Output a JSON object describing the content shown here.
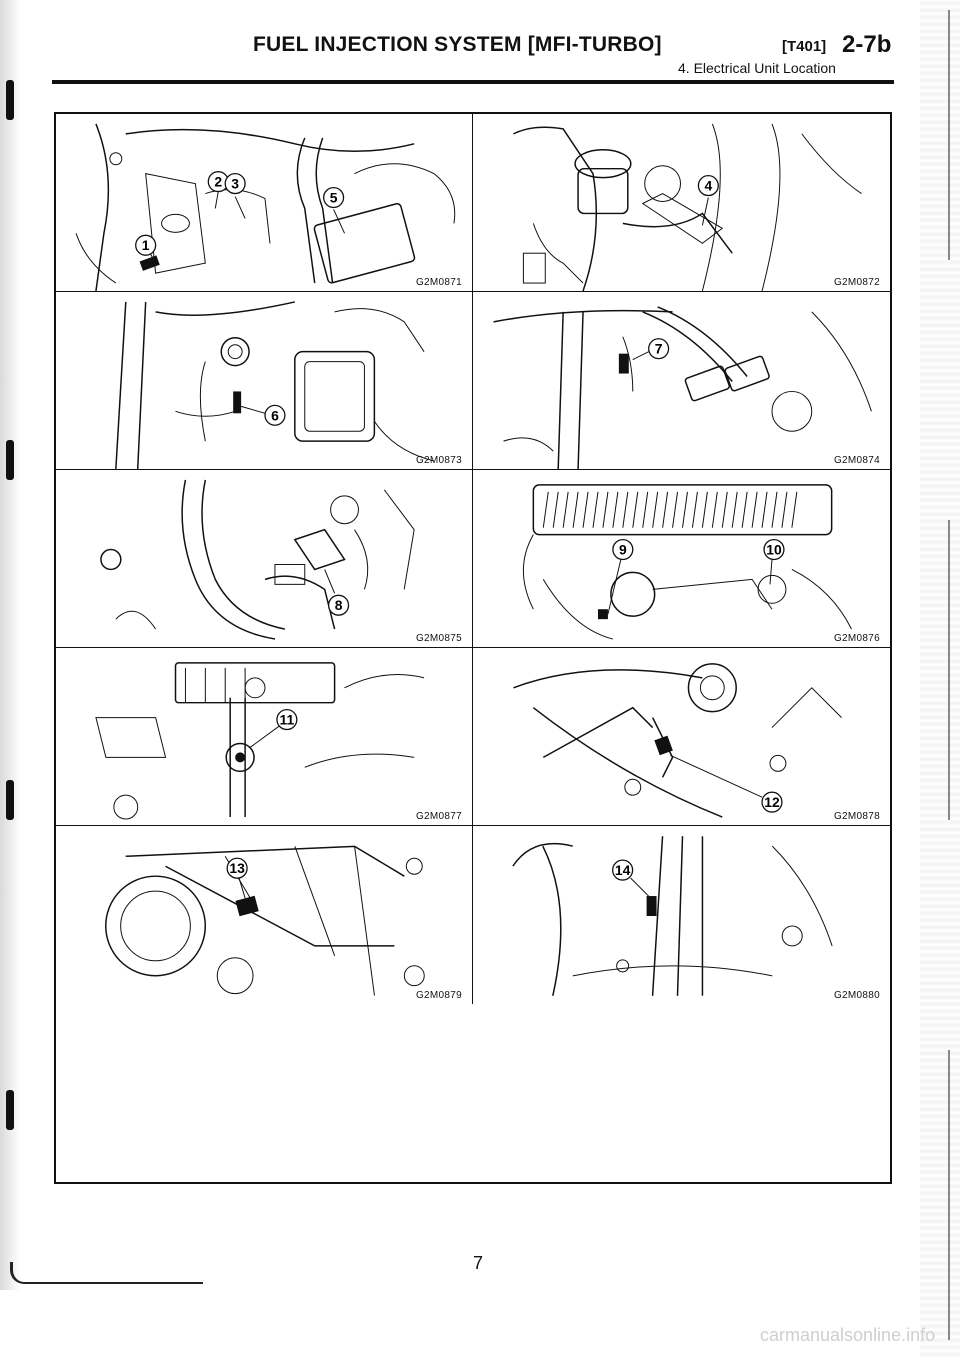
{
  "header": {
    "title": "FUEL INJECTION SYSTEM [MFI-TURBO]",
    "code": "[T401]",
    "page_code": "2-7b",
    "subtitle": "4. Electrical Unit Location"
  },
  "figures": [
    {
      "code": "G2M0871",
      "callouts": [
        "1",
        "2",
        "3",
        "5"
      ]
    },
    {
      "code": "G2M0872",
      "callouts": [
        "4"
      ]
    },
    {
      "code": "G2M0873",
      "callouts": [
        "6"
      ]
    },
    {
      "code": "G2M0874",
      "callouts": [
        "7"
      ]
    },
    {
      "code": "G2M0875",
      "callouts": [
        "8"
      ]
    },
    {
      "code": "G2M0876",
      "callouts": [
        "9",
        "10"
      ]
    },
    {
      "code": "G2M0877",
      "callouts": [
        "11"
      ]
    },
    {
      "code": "G2M0878",
      "callouts": [
        "12"
      ]
    },
    {
      "code": "G2M0879",
      "callouts": [
        "13"
      ]
    },
    {
      "code": "G2M0880",
      "callouts": [
        "14"
      ]
    }
  ],
  "page_number": "7",
  "watermark": "carmanualsonline.info"
}
